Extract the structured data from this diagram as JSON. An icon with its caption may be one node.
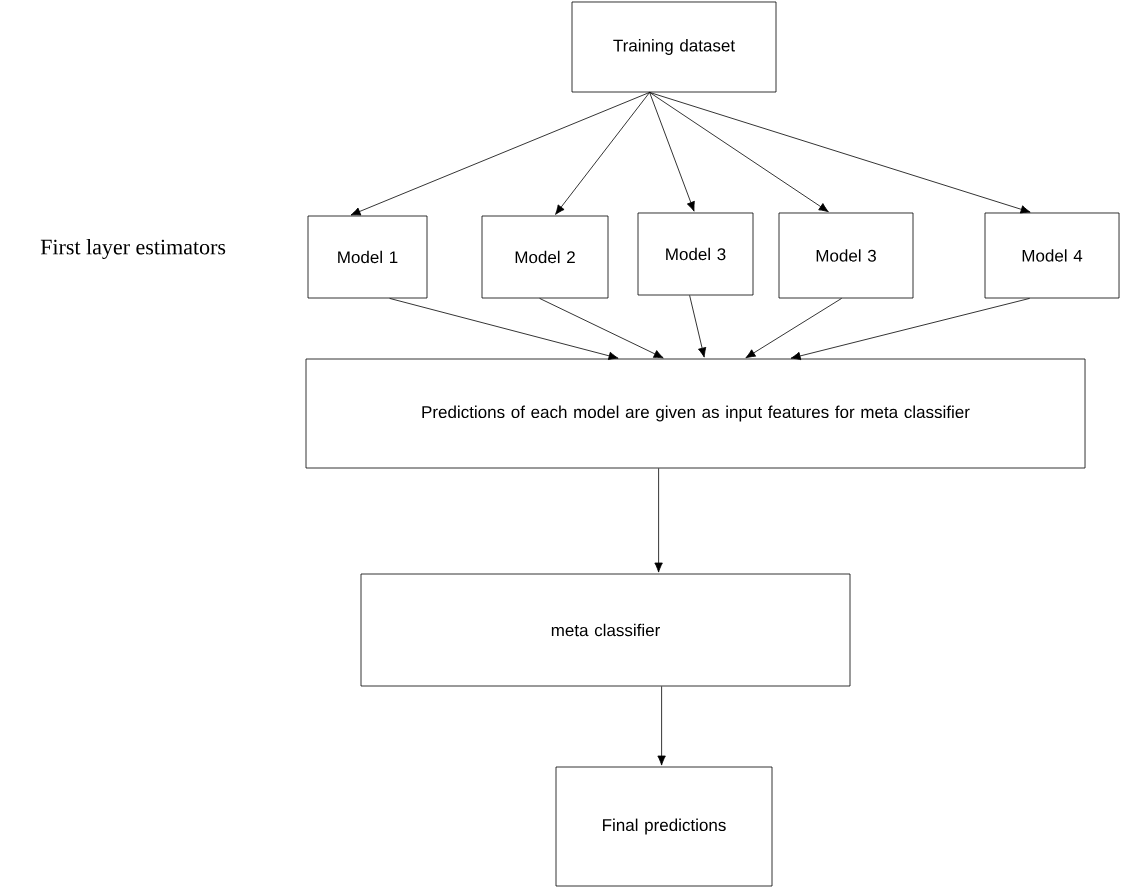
{
  "diagram": {
    "nodes": [
      {
        "text": [
          "Training dataset"
        ]
      },
      {
        "text": [
          "Model 1"
        ]
      },
      {
        "text": [
          "Model 2"
        ]
      },
      {
        "text": [
          "Model 3"
        ]
      },
      {
        "text": [
          "Model 3"
        ]
      },
      {
        "text": [
          "Model 4"
        ]
      },
      {
        "text": [
          "Predictions of each model are given as input features for meta classifier"
        ]
      },
      {
        "text": [
          "meta classifier"
        ]
      },
      {
        "text": [
          "Final predictions"
        ]
      }
    ],
    "edges": [
      {
        "from": 0,
        "to": 1,
        "arrow": "to"
      },
      {
        "from": 0,
        "to": 2,
        "arrow": "to"
      },
      {
        "from": 0,
        "to": 3,
        "arrow": "to"
      },
      {
        "from": 0,
        "to": 4,
        "arrow": "to"
      },
      {
        "from": 0,
        "to": 5,
        "arrow": "to"
      },
      {
        "from": 1,
        "to": 6,
        "arrow": "to"
      },
      {
        "from": 2,
        "to": 6,
        "arrow": "to"
      },
      {
        "from": 3,
        "to": 6,
        "arrow": "to"
      },
      {
        "from": 4,
        "to": 6,
        "arrow": "to"
      },
      {
        "from": 5,
        "to": 6,
        "arrow": "to"
      },
      {
        "from": 6,
        "to": 7,
        "arrow": "to"
      },
      {
        "from": 7,
        "to": 8,
        "arrow": "to"
      }
    ],
    "labels": [
      "First layer estimators"
    ]
  }
}
